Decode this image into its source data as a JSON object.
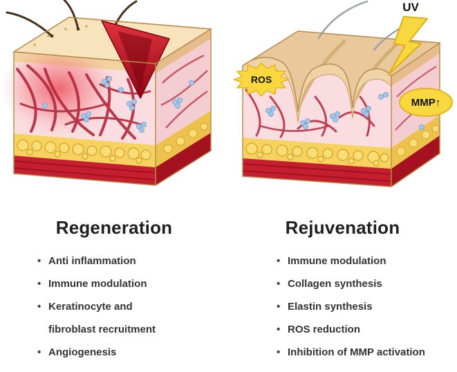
{
  "left_panel": {
    "title": "Regeneration",
    "bullets": [
      "Anti inflammation",
      "Immune modulation",
      "Keratinocyte and fibroblast recruitment",
      "Angiogenesis"
    ],
    "illustration": "wounded-skin-cross-section"
  },
  "right_panel": {
    "title": "Rejuvenation",
    "bullets": [
      "Immune modulation",
      "Collagen synthesis",
      "Elastin synthesis",
      "ROS reduction",
      "Inhibition of MMP activation"
    ],
    "labels": {
      "uv": "UV",
      "ros": "ROS",
      "mmp": "MMP↑"
    },
    "illustration": "uv-aged-skin-cross-section"
  },
  "colors": {
    "epidermis": "#f2d3a0",
    "epidermis_top": "#f7e3bc",
    "dermis": "#fadde0",
    "fat": "#f6d35e",
    "muscle": "#c41e2f",
    "fiber": "#b3273c",
    "cells": "#a7c7e7",
    "badge_yellow": "#f9d83f",
    "wound": "#b40f1d",
    "text": "#262626"
  }
}
